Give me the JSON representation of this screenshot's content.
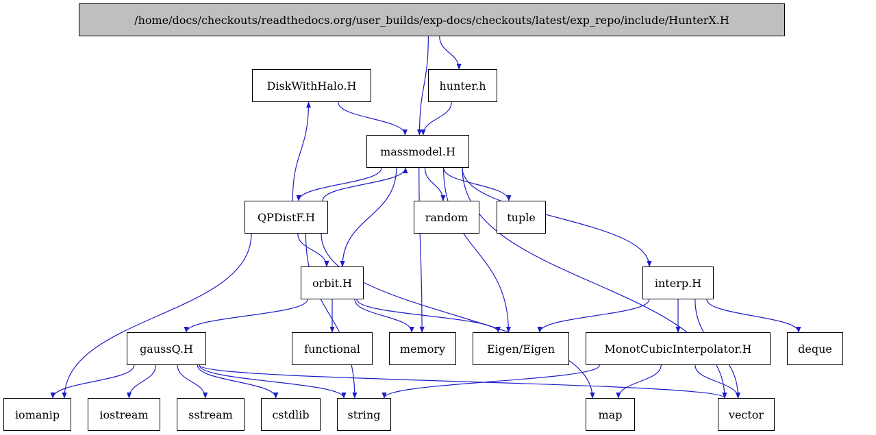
{
  "colors": {
    "edge": "#1c1cc8",
    "root_fill": "#bfbfbf",
    "node_fill": "#ffffff",
    "border": "#000000"
  },
  "nodes": {
    "root": "/home/docs/checkouts/readthedocs.org/user_builds/exp-docs/checkouts/latest/exp_repo/include/HunterX.H",
    "diskwithhalo": "DiskWithHalo.H",
    "hunter": "hunter.h",
    "massmodel": "massmodel.H",
    "qpdistf": "QPDistF.H",
    "random": "random",
    "tuple": "tuple",
    "orbit": "orbit.H",
    "interp": "interp.H",
    "gaussq": "gaussQ.H",
    "functional": "functional",
    "memory": "memory",
    "eigen": "Eigen/Eigen",
    "monot": "MonotCubicInterpolator.H",
    "deque": "deque",
    "iomanip": "iomanip",
    "iostream": "iostream",
    "sstream": "sstream",
    "cstdlib": "cstdlib",
    "string": "string",
    "map": "map",
    "vector": "vector"
  },
  "edges": [
    [
      "root",
      "massmodel"
    ],
    [
      "root",
      "hunter"
    ],
    [
      "hunter",
      "massmodel"
    ],
    [
      "diskwithhalo",
      "massmodel"
    ],
    [
      "massmodel",
      "qpdistf"
    ],
    [
      "qpdistf",
      "massmodel"
    ],
    [
      "qpdistf",
      "diskwithhalo"
    ],
    [
      "massmodel",
      "orbit"
    ],
    [
      "massmodel",
      "memory"
    ],
    [
      "massmodel",
      "random"
    ],
    [
      "massmodel",
      "tuple"
    ],
    [
      "massmodel",
      "eigen"
    ],
    [
      "massmodel",
      "interp"
    ],
    [
      "massmodel",
      "vector"
    ],
    [
      "qpdistf",
      "orbit"
    ],
    [
      "qpdistf",
      "iomanip"
    ],
    [
      "qpdistf",
      "string"
    ],
    [
      "qpdistf",
      "map"
    ],
    [
      "orbit",
      "gaussq"
    ],
    [
      "orbit",
      "functional"
    ],
    [
      "orbit",
      "memory"
    ],
    [
      "orbit",
      "eigen"
    ],
    [
      "interp",
      "eigen"
    ],
    [
      "interp",
      "monot"
    ],
    [
      "interp",
      "deque"
    ],
    [
      "interp",
      "vector"
    ],
    [
      "gaussq",
      "iomanip"
    ],
    [
      "gaussq",
      "iostream"
    ],
    [
      "gaussq",
      "sstream"
    ],
    [
      "gaussq",
      "cstdlib"
    ],
    [
      "gaussq",
      "string"
    ],
    [
      "gaussq",
      "vector"
    ],
    [
      "monot",
      "string"
    ],
    [
      "monot",
      "map"
    ],
    [
      "monot",
      "vector"
    ]
  ]
}
